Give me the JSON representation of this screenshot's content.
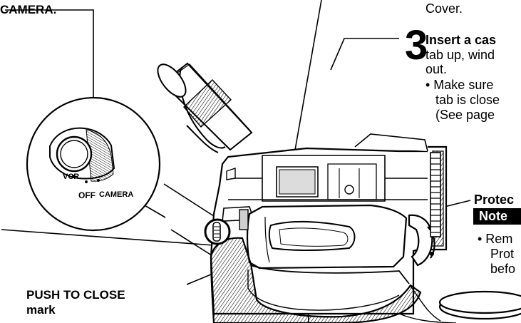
{
  "labels": {
    "camera_heading_fragment": "CAMERA.",
    "cover_fragment": "Cover.",
    "step_number": "3",
    "step_heading_fragment": "Insert a cas",
    "step_line_1": "tab up, wind",
    "step_line_2": "out.",
    "step_bullet_1": "• Make sure",
    "step_bullet_2": "tab is close",
    "step_bullet_3": "(See page",
    "protect_heading_fragment": "Protec",
    "note_badge": "Note",
    "note_line_1": "•  Rem",
    "note_line_2": "Prot",
    "note_line_3": "befo",
    "push_to_close_1": "PUSH TO CLOSE",
    "push_to_close_2": "mark",
    "switch_vcr": "VCR",
    "switch_off": "OFF",
    "switch_camera": "CAMERA"
  },
  "colors": {
    "ink": "#000000",
    "paper": "#ffffff",
    "shade": "#cfcfcf"
  }
}
